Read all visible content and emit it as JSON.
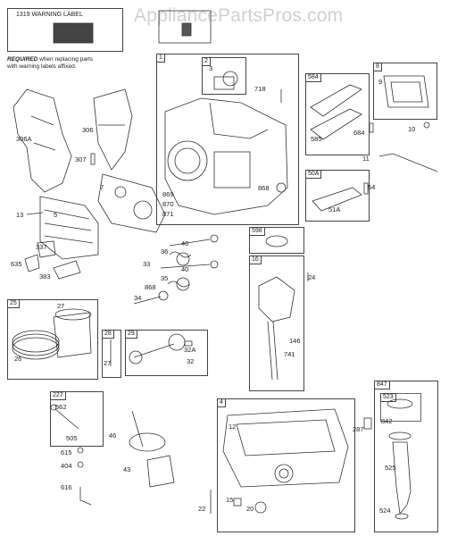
{
  "watermark": "AppliancePartsPros.com",
  "warning": {
    "part": "1319",
    "title_visible": "WARNING LABEL",
    "note_bold": "REQUIRED",
    "note_rest1": "when replacing parts",
    "note_rest2": "with warning labels affixed."
  },
  "boxes": [
    {
      "id": "1",
      "label": "1"
    },
    {
      "id": "2",
      "label": "2"
    },
    {
      "id": "8",
      "label": "8"
    },
    {
      "id": "584",
      "label": "584"
    },
    {
      "id": "50A",
      "label": "50A"
    },
    {
      "id": "598",
      "label": "598"
    },
    {
      "id": "16",
      "label": "16"
    },
    {
      "id": "25",
      "label": "25"
    },
    {
      "id": "28",
      "label": "28"
    },
    {
      "id": "29",
      "label": "29"
    },
    {
      "id": "227",
      "label": "227"
    },
    {
      "id": "4",
      "label": "4"
    },
    {
      "id": "847",
      "label": "847"
    },
    {
      "id": "523",
      "label": "523"
    }
  ],
  "labels": {
    "p306A": "306A",
    "p306": "306",
    "p307": "307",
    "p7": "7",
    "p13": "13",
    "p5": "5",
    "p337": "337",
    "p635": "635",
    "p383": "383",
    "p3": "3",
    "p718": "718",
    "p869": "869",
    "p870": "870",
    "p871": "871",
    "p868a": "868",
    "p9": "9",
    "p585": "585",
    "p684": "684",
    "p10": "10",
    "p11": "11",
    "p54": "54",
    "p51A": "51A",
    "p40a": "40",
    "p36": "36",
    "p33": "33",
    "p40b": "40",
    "p35": "35",
    "p868b": "868",
    "p34": "34",
    "p24": "24",
    "p146": "146",
    "p741": "741",
    "p27a": "27",
    "p26": "26",
    "p27b": "27",
    "p32A": "32A",
    "p32": "32",
    "p562": "562",
    "p505": "505",
    "p46": "46",
    "p615": "615",
    "p404": "404",
    "p43": "43",
    "p616": "616",
    "p12": "12",
    "p287": "287",
    "p22": "22",
    "p15": "15",
    "p20": "20",
    "p842": "842",
    "p525": "525",
    "p524": "524"
  }
}
